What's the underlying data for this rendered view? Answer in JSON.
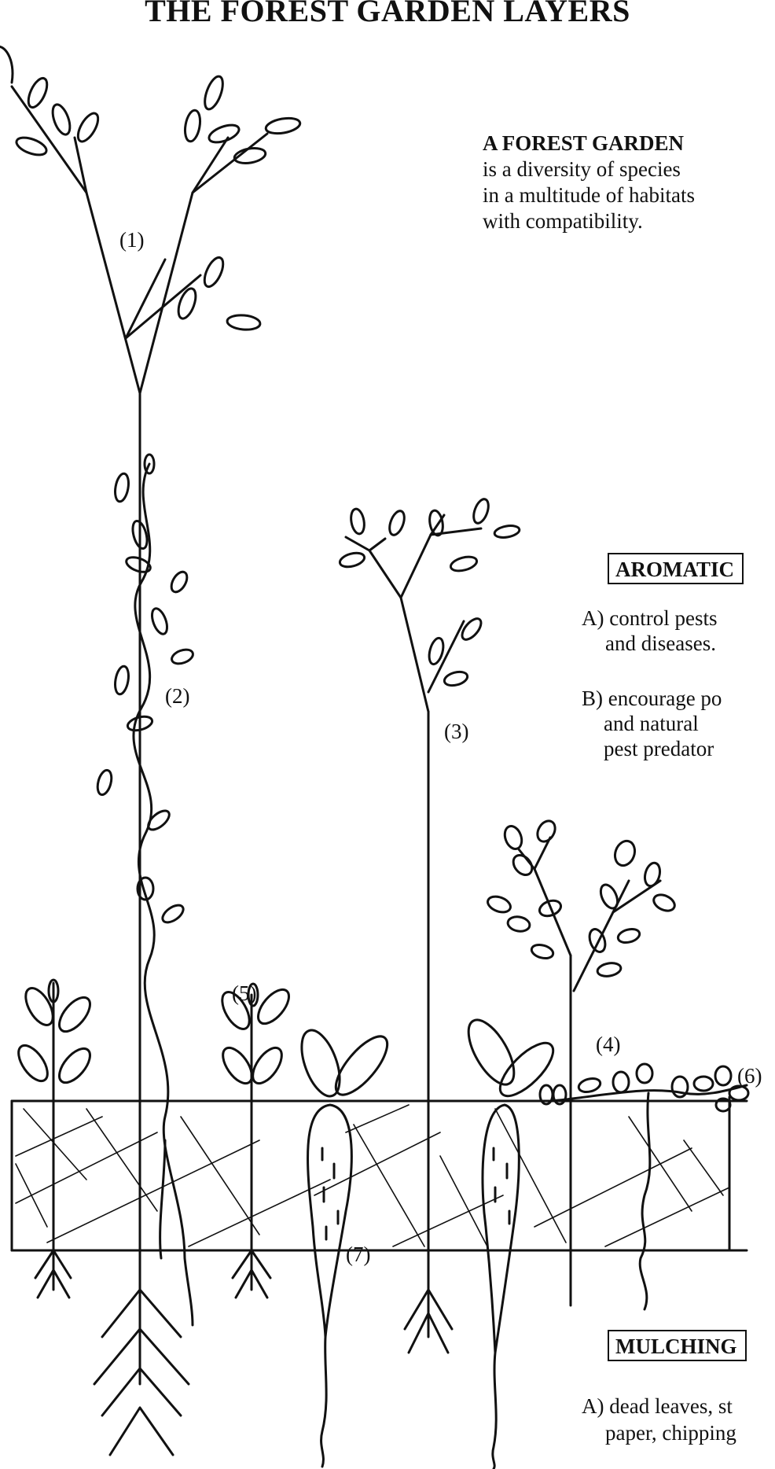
{
  "title": "THE FOREST GARDEN LAYERS",
  "intro": {
    "heading": "A FOREST GARDEN",
    "lines": [
      "is a diversity of species",
      "in a multitude of habitats",
      "with compatibility."
    ]
  },
  "aromatic": {
    "label": "AROMATIC",
    "a_line1": "A) control pests",
    "a_line2": "and diseases.",
    "b_line1": "B) encourage po",
    "b_line2": "and natural",
    "b_line3": "pest predator"
  },
  "mulching": {
    "label": "MULCHING",
    "a_line1": "A) dead leaves, st",
    "a_line2": "paper, chipping"
  },
  "layer_numbers": [
    "(1)",
    "(2)",
    "(3)",
    "(4)",
    "(5)",
    "(6)",
    "(7)"
  ]
}
